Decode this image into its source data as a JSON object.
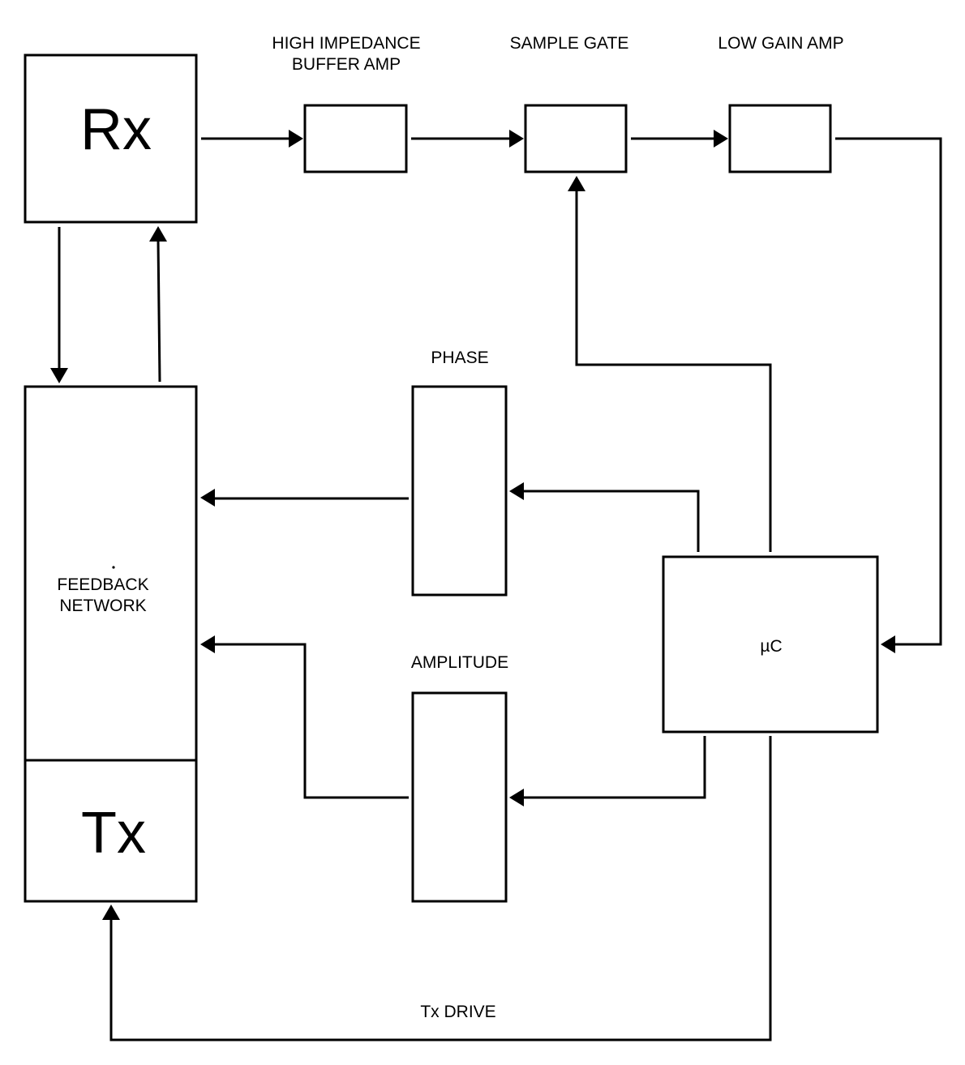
{
  "diagram": {
    "type": "block-diagram",
    "colors": {
      "line": "#000000",
      "background": "#ffffff"
    },
    "blocks": {
      "rx": {
        "label": "Rx"
      },
      "buffer_amp": {
        "label_line1": "HIGH IMPEDANCE",
        "label_line2": "BUFFER AMP"
      },
      "sample_gate": {
        "label": "SAMPLE GATE"
      },
      "low_gain_amp": {
        "label": "LOW GAIN AMP"
      },
      "phase": {
        "label": "PHASE"
      },
      "amplitude": {
        "label": "AMPLITUDE"
      },
      "feedback_network": {
        "label_line1": "FEEDBACK",
        "label_line2": "NETWORK"
      },
      "tx": {
        "label": "Tx"
      },
      "microcontroller": {
        "label": "µC"
      }
    },
    "connections": [
      {
        "from": "Rx",
        "to": "HIGH IMPEDANCE BUFFER AMP"
      },
      {
        "from": "HIGH IMPEDANCE BUFFER AMP",
        "to": "SAMPLE GATE"
      },
      {
        "from": "SAMPLE GATE",
        "to": "LOW GAIN AMP"
      },
      {
        "from": "LOW GAIN AMP",
        "to": "µC"
      },
      {
        "from": "µC",
        "to": "SAMPLE GATE"
      },
      {
        "from": "µC",
        "to": "PHASE"
      },
      {
        "from": "µC",
        "to": "AMPLITUDE"
      },
      {
        "from": "PHASE",
        "to": "FEEDBACK NETWORK"
      },
      {
        "from": "AMPLITUDE",
        "to": "FEEDBACK NETWORK"
      },
      {
        "from": "Rx",
        "to": "FEEDBACK NETWORK"
      },
      {
        "from": "FEEDBACK NETWORK",
        "to": "Rx"
      },
      {
        "from": "µC",
        "to": "Tx",
        "label": "Tx DRIVE"
      }
    ],
    "edge_labels": {
      "tx_drive": "Tx DRIVE"
    }
  }
}
